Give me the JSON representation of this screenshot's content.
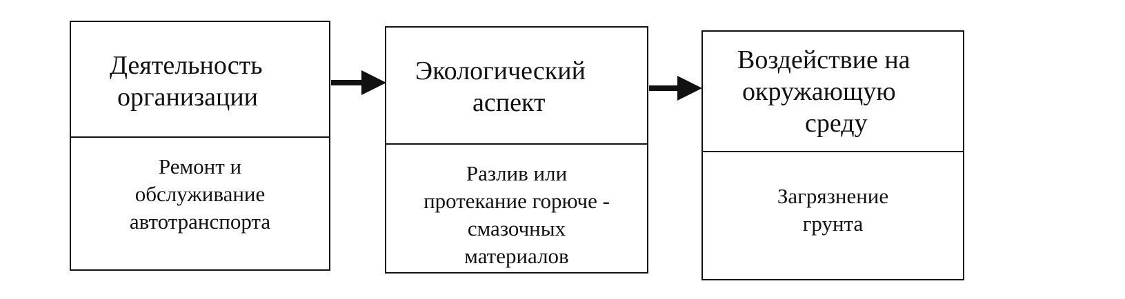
{
  "diagram": {
    "boxes": [
      {
        "title_lines": [
          "Деятельность",
          "организации"
        ],
        "detail_lines": [
          "Ремонт и",
          "обслуживание",
          "автотранспорта"
        ]
      },
      {
        "title_lines": [
          "Экологический",
          "аспект"
        ],
        "detail_lines": [
          "Разлив или",
          "протекание горюче -",
          "смазочных",
          "материалов"
        ]
      },
      {
        "title_lines": [
          "Воздействие на",
          "окружающую",
          "среду"
        ],
        "detail_lines": [
          "Загрязнение",
          "грунта"
        ]
      }
    ]
  },
  "colors": {
    "stroke": "#111111",
    "background": "#ffffff"
  }
}
